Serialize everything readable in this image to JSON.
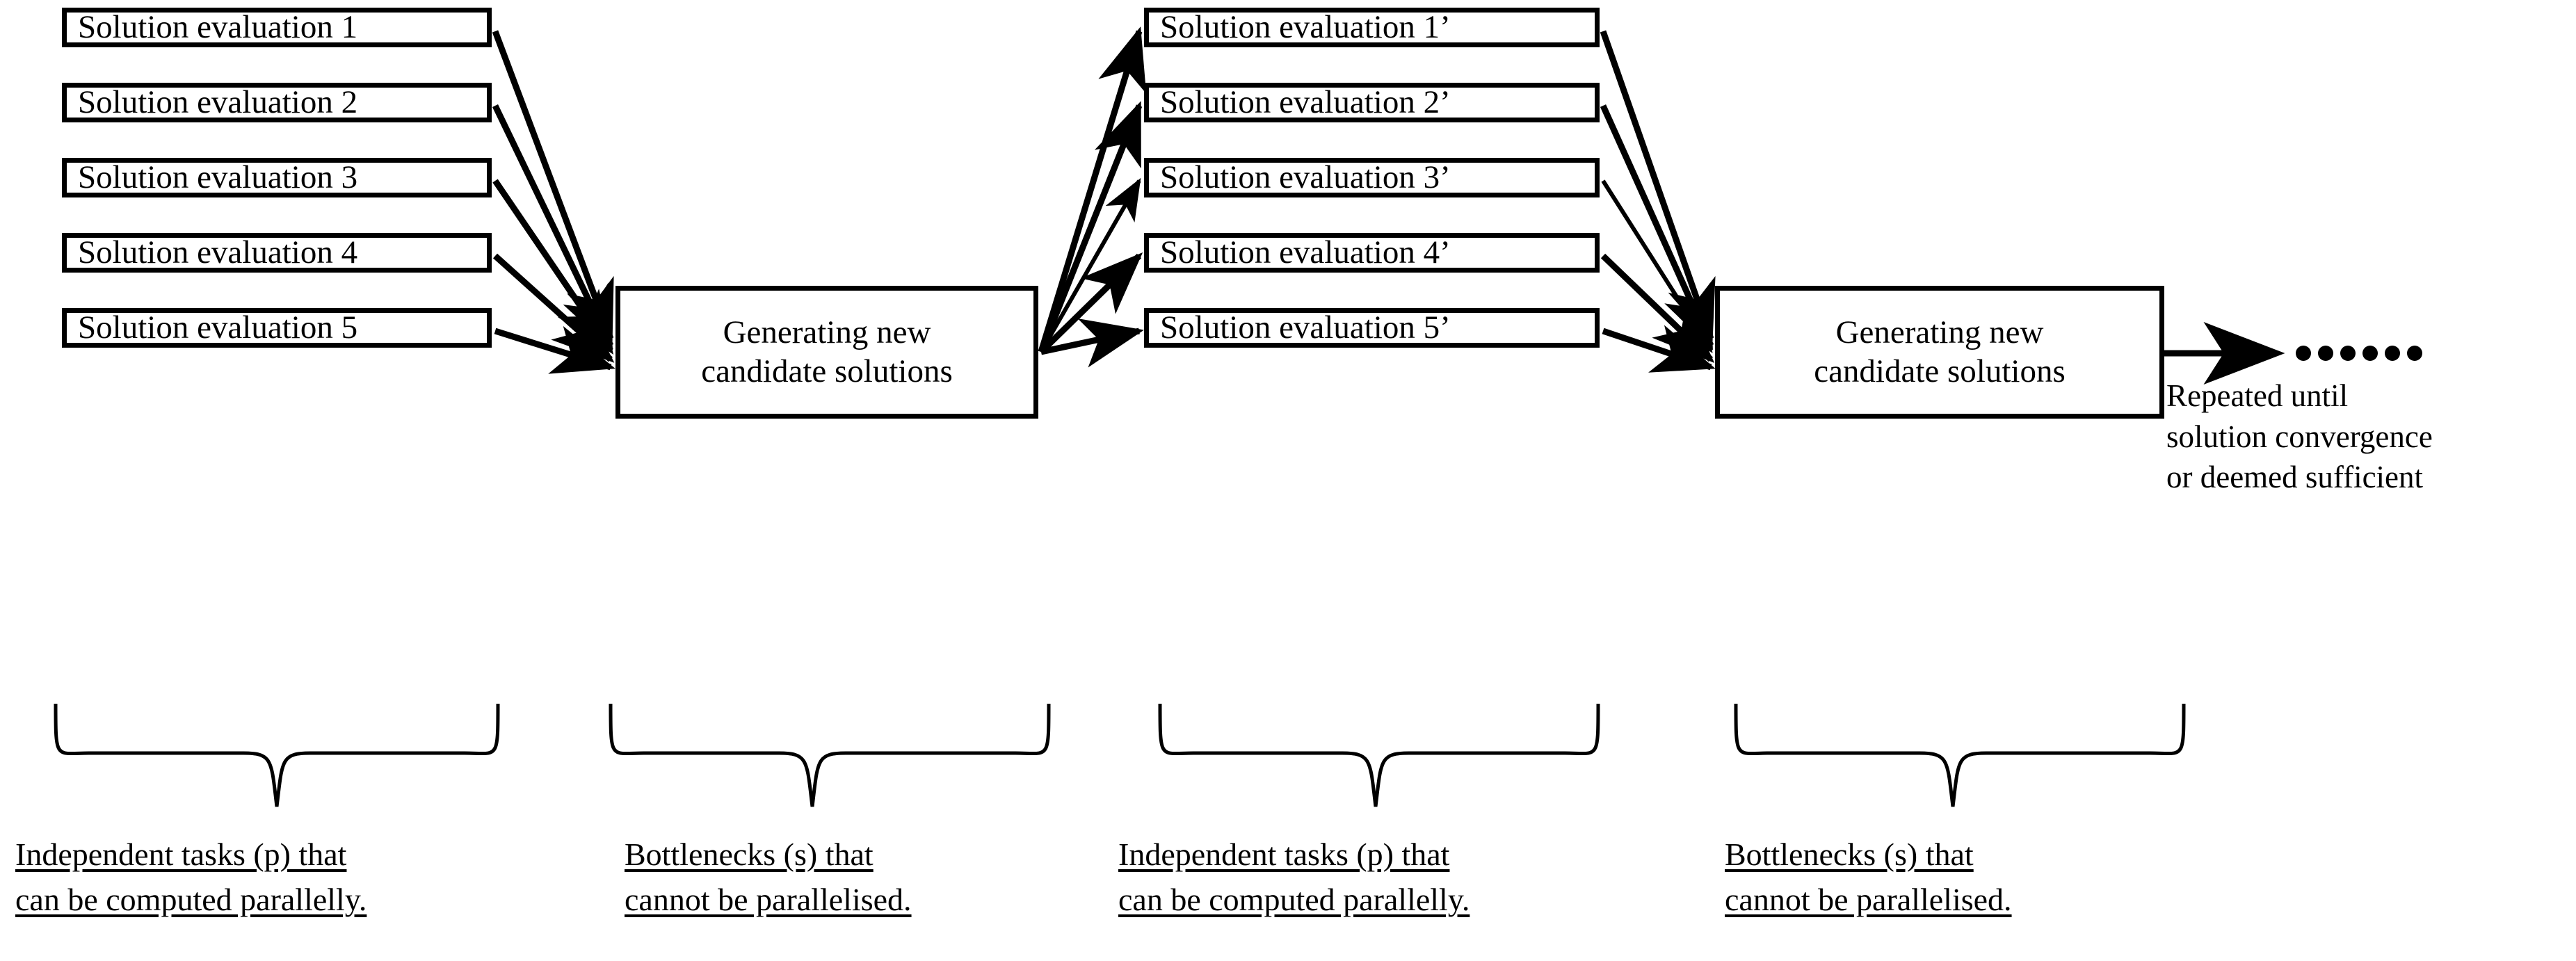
{
  "diagram": {
    "title": "Parallel solution evaluation and sequential candidate generation loop",
    "background_color": "#ffffff",
    "stroke_color": "#000000",
    "columns": {
      "eval_stage_1": {
        "boxes": [
          {
            "label": "Solution evaluation 1"
          },
          {
            "label": "Solution evaluation 2"
          },
          {
            "label": "Solution evaluation 3"
          },
          {
            "label": "Solution evaluation 4"
          },
          {
            "label": "Solution evaluation 5"
          }
        ]
      },
      "generator_1": {
        "label_line1": "Generating new",
        "label_line2": "candidate solutions"
      },
      "eval_stage_2": {
        "boxes": [
          {
            "label": "Solution evaluation 1’"
          },
          {
            "label": "Solution evaluation 2’"
          },
          {
            "label": "Solution evaluation 3’"
          },
          {
            "label": "Solution evaluation 4’"
          },
          {
            "label": "Solution evaluation 5’"
          }
        ]
      },
      "generator_2": {
        "label_line1": "Generating new",
        "label_line2": "candidate solutions"
      }
    },
    "continuation": {
      "ellipsis_dot_count": 6,
      "note_line1": "Repeated until",
      "note_line2": "solution convergence",
      "note_line3": "or deemed sufficient"
    },
    "captions": [
      {
        "line1": "Independent tasks (p) that",
        "line2": "can be computed parallelly."
      },
      {
        "line1": "Bottlenecks (s) that",
        "line2": "cannot be parallelised."
      },
      {
        "line1": "Independent tasks (p) that",
        "line2": "can be computed parallelly."
      },
      {
        "line1": "Bottlenecks (s) that",
        "line2": "cannot be parallelised."
      }
    ]
  }
}
